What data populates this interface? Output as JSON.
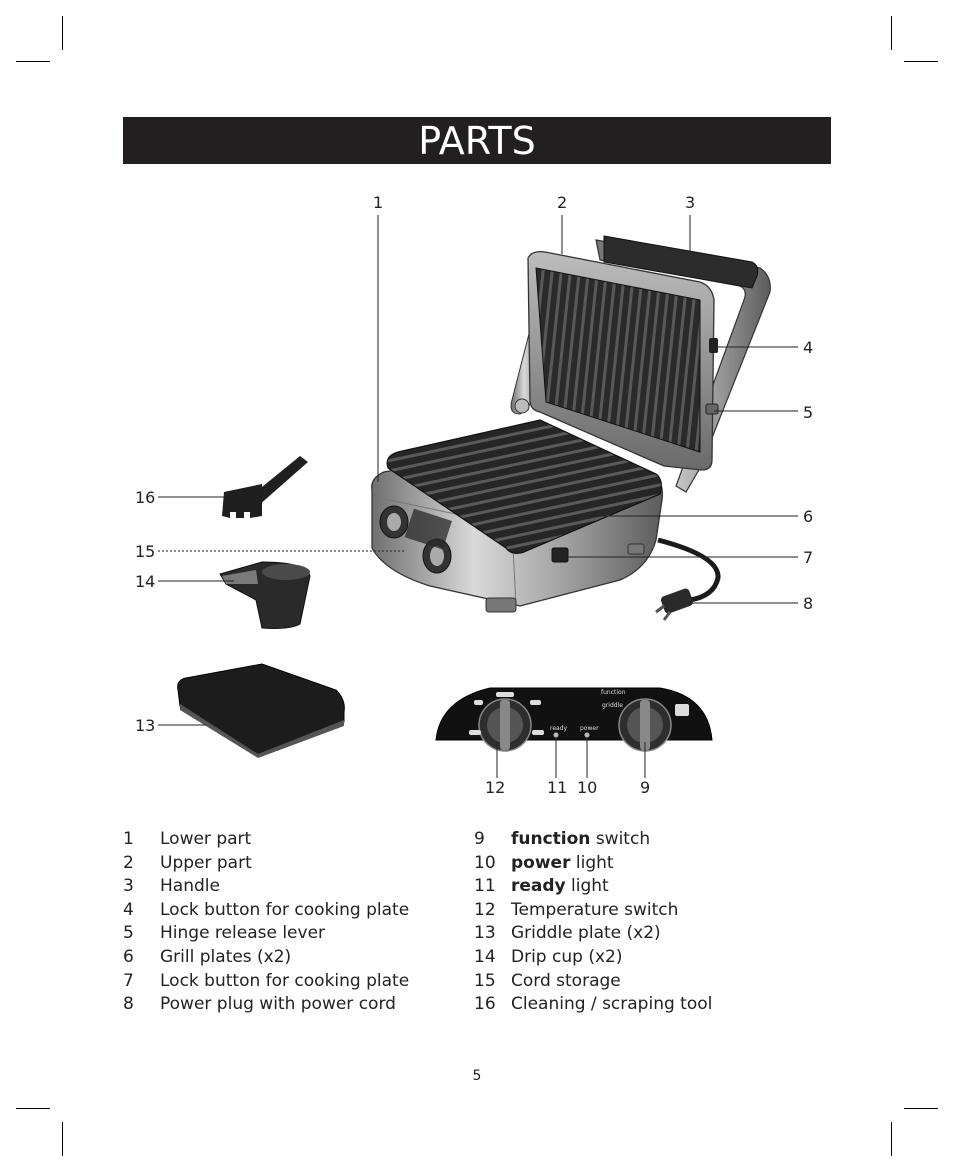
{
  "header": {
    "title": "PARTS"
  },
  "callouts": {
    "c1": "1",
    "c2": "2",
    "c3": "3",
    "c4": "4",
    "c5": "5",
    "c6": "6",
    "c7": "7",
    "c8": "8",
    "c9": "9",
    "c10": "10",
    "c11": "11",
    "c12": "12",
    "c13": "13",
    "c14": "14",
    "c15": "15",
    "c16": "16"
  },
  "panel_labels": {
    "function": "function",
    "ready": "ready",
    "power": "power",
    "griddle": "griddle"
  },
  "parts_left": [
    {
      "num": "1",
      "text": "Lower part"
    },
    {
      "num": "2",
      "text": "Upper part"
    },
    {
      "num": "3",
      "text": "Handle"
    },
    {
      "num": "4",
      "text": "Lock button for cooking plate"
    },
    {
      "num": "5",
      "text": "Hinge release lever"
    },
    {
      "num": "6",
      "text": "Grill plates (x2)"
    },
    {
      "num": "7",
      "text": "Lock button for cooking plate"
    },
    {
      "num": "8",
      "text": "Power plug with power cord"
    }
  ],
  "parts_right": [
    {
      "num": "9",
      "bold": "function",
      "text": " switch"
    },
    {
      "num": "10",
      "bold": "power",
      "text": " light"
    },
    {
      "num": "11",
      "bold": "ready",
      "text": " light"
    },
    {
      "num": "12",
      "bold": "",
      "text": "Temperature switch"
    },
    {
      "num": "13",
      "bold": "",
      "text": "Griddle plate (x2)"
    },
    {
      "num": "14",
      "bold": "",
      "text": "Drip cup (x2)"
    },
    {
      "num": "15",
      "bold": "",
      "text": "Cord storage"
    },
    {
      "num": "16",
      "bold": "",
      "text": "Cleaning / scraping tool"
    }
  ],
  "footer": {
    "page_number": "5"
  }
}
